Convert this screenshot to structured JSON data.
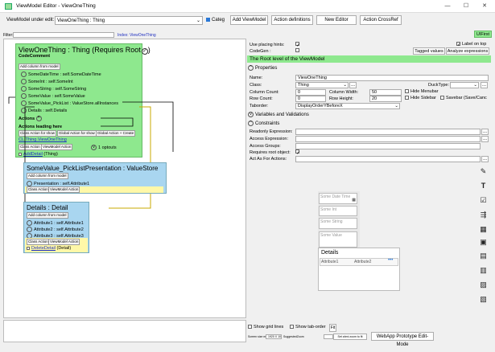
{
  "window": {
    "title": "ViewModel Editor - ViewOneThing"
  },
  "toolbar": {
    "vm_label": "ViewModel under edit:",
    "vm_value": "ViewOneThing : Thing",
    "categ_label": "Categ",
    "add_viewmodel": "Add ViewModel",
    "action_definitions": "Action definitions",
    "new_editor": "New Editor",
    "action_crossref": "Action CrossRef"
  },
  "filter": {
    "label": "Filter:",
    "value": "",
    "index": "Index: ViewOneThing"
  },
  "uifirst": "UIFirst",
  "canvas": {
    "main": {
      "title": "ViewOneThing : Thing  (Requires Root",
      "subtitle": "CodeComment",
      "add_col": "Add column from model",
      "rows": [
        "SomeDateTime : self.SomeDateTime",
        "SomeInt : self.SomeInt",
        "SomeString : self.SomeString",
        "SomeValue : self.SomeValue",
        "SomeValue_PickList : ValueStore.allInstances",
        "Details : self.Details"
      ],
      "actions": "Actions",
      "actions_leading": "Actions leading here",
      "class_action_show": "Class Action for show",
      "global_action_show": "Global Action for show",
      "global_action_create": "Global Action + Create",
      "cl_link": "CL.Thing.ViewOneThing",
      "optouts": "1 optouts",
      "class_action": "Class Action",
      "viewmodel_action": "ViewModel Action",
      "add_detail": "AddDetail",
      "add_detail_suffix": " (Thing)"
    },
    "picklist": {
      "title": "SomeValue_PickListPresentation : ValueStore",
      "add_col": "Add column from model",
      "rows": [
        "Presentation : self.Attribute1"
      ],
      "class_action": "Class Action",
      "viewmodel_action": "ViewModel Action"
    },
    "details": {
      "title": "Details : Detail",
      "add_col": "Add column from model",
      "rows": [
        "Attribute1 : self.Attribute1",
        "Attribute2 : self.Attribute2",
        "Attribute3 : self.Attribute3"
      ],
      "class_action": "Class Action",
      "viewmodel_action": "ViewModel Action",
      "delete_detail": "DeleteDetail",
      "delete_suffix": " (Detail)"
    }
  },
  "right": {
    "use_placing_hints": "Use placing hints:",
    "codegen": "CodeGen :",
    "label_on_top": "Label on top",
    "tagged_values": "Tagged values",
    "analyze_expressions": "Analyze expressions",
    "root_header": "The Root level of the ViewModel",
    "properties": "Properties",
    "name_label": "Name:",
    "name_value": "ViewOneThing",
    "class_label": "Class:",
    "class_value": "Thing",
    "ducktype_label": "DuckType:",
    "colcount_label": "Column Count:",
    "colcount_value": "0",
    "colwidth_label": "Column Width:",
    "colwidth_value": "50",
    "hide_menubar": "Hide Menubar",
    "rowcount_label": "Row Count:",
    "rowcount_value": "0",
    "rowheight_label": "Row Height:",
    "rowheight_value": "20",
    "hide_sidebar": "Hide Sidebar",
    "savebar": "Savebar (Save/Canc",
    "taborder_label": "Taborder:",
    "taborder_value": "DisplayOrderYBeforeX",
    "variables": "Variables and Validations",
    "constraints": "Constraints",
    "readonly_expr": "Readonly Expression:",
    "access_expr": "Access Expression:",
    "access_groups": "Access Groups:",
    "requires_root": "Requires root object:",
    "act_as_for": "Act As For Actions:"
  },
  "preview": {
    "f1": "Some Date Time",
    "f2": "Some Int",
    "f3": "Some String",
    "f4": "Some Value",
    "details_title": "Details",
    "col1": "Attribute1",
    "col2": "Attribute2"
  },
  "bottom": {
    "show_grid": "Show grid lines",
    "show_tab": "Show tab-order",
    "fit": "Fit",
    "screen_size": "Screen size marker",
    "screen_val": "1920 X 1080",
    "suggested_zoom": "SuggestedZoom",
    "set_ahmi": "Set ahmi zoom to fit",
    "prototype": "WebApp Prototype Edit-Mode"
  }
}
